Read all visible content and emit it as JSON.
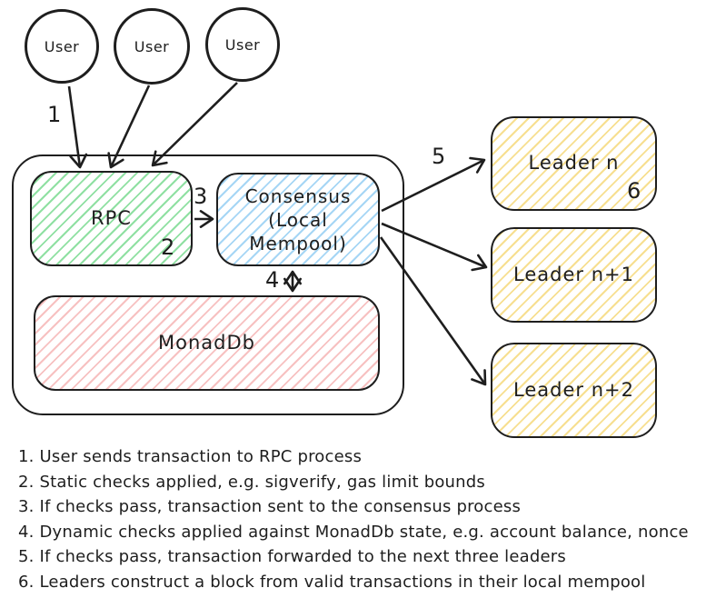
{
  "diagram": {
    "colors": {
      "stroke": "#1e1e1e",
      "green_hatch": "#8fe0a2",
      "blue_hatch": "#a6d6f5",
      "red_hatch": "#f7c1c1",
      "yellow_hatch": "#f7df90"
    },
    "users": [
      {
        "label": "User"
      },
      {
        "label": "User"
      },
      {
        "label": "User"
      }
    ],
    "nodes": {
      "rpc": {
        "label": "RPC"
      },
      "consensus": {
        "line1": "Consensus",
        "line2": "(Local Mempool)"
      },
      "monaddb": {
        "label": "MonadDb"
      },
      "leader_n": {
        "label": "Leader n"
      },
      "leader_n_plus_1": {
        "label": "Leader n+1"
      },
      "leader_n_plus_2": {
        "label": "Leader n+2"
      }
    },
    "step_markers": {
      "s1": "1",
      "s2": "2",
      "s3": "3",
      "s4": "4",
      "s5": "5",
      "s6": "6"
    }
  },
  "steps": [
    "1. User sends transaction to RPC process",
    "2. Static checks applied, e.g. sigverify, gas limit bounds",
    "3. If checks pass, transaction sent to the consensus process",
    "4. Dynamic checks applied against MonadDb state, e.g. account balance, nonce",
    "5. If checks pass, transaction forwarded to the next three leaders",
    "6. Leaders construct a block from valid transactions in their local mempool"
  ]
}
